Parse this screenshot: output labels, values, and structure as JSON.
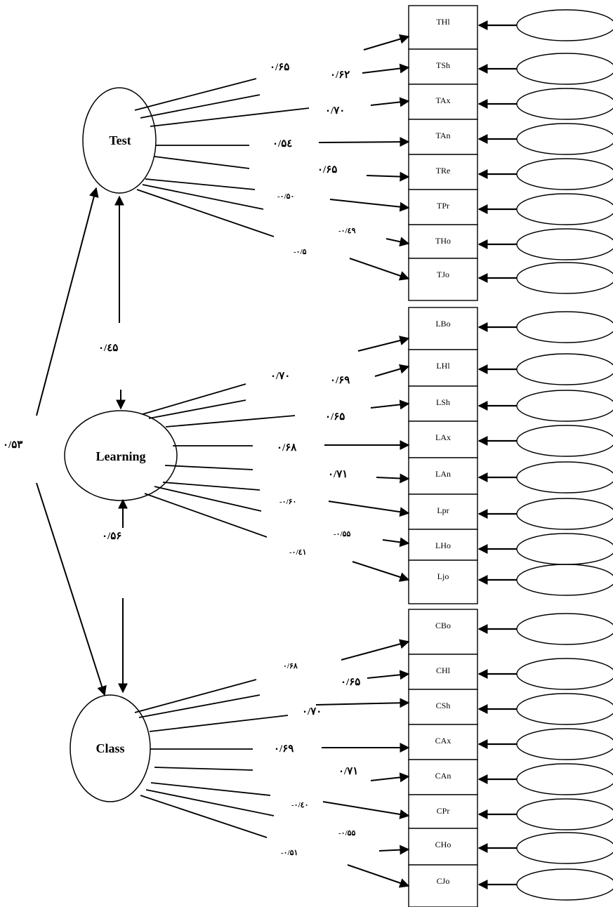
{
  "colors": {
    "stroke": "#000000",
    "background": "#ffffff"
  },
  "latents": {
    "test": "Test",
    "learning": "Learning",
    "class": "Class"
  },
  "indicators": {
    "test": [
      "THl",
      "TSh",
      "TAx",
      "TAn",
      "TRe",
      "TPr",
      "THo",
      "TJo"
    ],
    "learning": [
      "LBo",
      "LHl",
      "LSh",
      "LAx",
      "LAn",
      "Lpr",
      "LHo",
      "Ljo"
    ],
    "class": [
      "CBo",
      "CHl",
      "CSh",
      "CAx",
      "CAn",
      "CPr",
      "CHo",
      "CJo"
    ]
  },
  "loadings": {
    "test": [
      "۰/۶۵",
      "۰/۶۲",
      "۰/۷۰",
      "۰/۵٤",
      "۰/۶۵",
      "-۰/۵۰",
      "-۰/٤۹",
      "-۰/۵"
    ],
    "learning": [
      "۰/۷۰",
      "۰/۶۹",
      "۰/۶۵",
      "۰/۶۸",
      "۰/۷۱",
      "-۰/۶۰",
      "-۰/۵۵",
      "-۰/٤۱"
    ],
    "class": [
      "۰/۶۸",
      "۰/۶۵",
      "۰/۷۰",
      "۰/۶۹",
      "۰/۷۱",
      "-۰/٤۰",
      "-۰/۵۵",
      "-۰/۵۱"
    ]
  },
  "structural": {
    "learning_to_test": "۰/٤۵",
    "learning_to_class": "۰/۵۶",
    "class_to_test": "۰/۵۳"
  }
}
